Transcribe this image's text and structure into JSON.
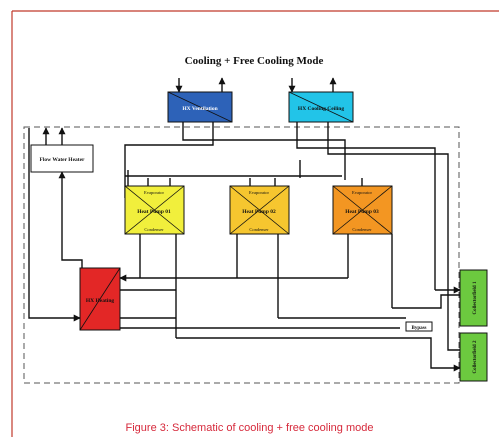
{
  "title": "Cooling + Free Cooling Mode",
  "caption": "Figure 3: Schematic of cooling + free cooling mode",
  "colors": {
    "frame": "#c0392b",
    "hx_ventilation": "#2d62b8",
    "hx_cooling_ceiling": "#22c4e8",
    "heat_pump_1": "#f1ef3c",
    "heat_pump_2": "#f6c62f",
    "heat_pump_3": "#f39622",
    "hx_heating": "#e32726",
    "collector": "#6cc93f"
  },
  "components": {
    "hx_ventilation": "HX Ventilation",
    "hx_cooling_ceiling": "HX Cooling Ceiling",
    "flow_water_heater": "Flow Water Heater",
    "hx_heating": "HX Heating",
    "bypass": "Bypass",
    "collectorfield_1": "Collectorfield 1",
    "collectorfield_2": "Collectorfield 2"
  },
  "heat_pumps": [
    {
      "name": "Heat Pump 01",
      "top": "Evaporator",
      "bottom": "Condenser"
    },
    {
      "name": "Heat Pump 02",
      "top": "Evaporator",
      "bottom": "Condenser"
    },
    {
      "name": "Heat Pump 03",
      "top": "Evaporator",
      "bottom": "Condenser"
    }
  ]
}
